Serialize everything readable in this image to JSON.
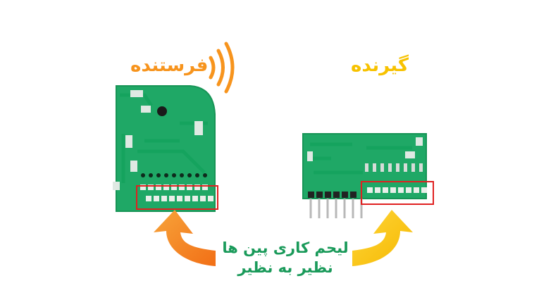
{
  "labels": {
    "transmitter": "فرستنده",
    "receiver": "گیرنده"
  },
  "caption": {
    "line1": "لیحم کاری پین ها",
    "line2": "نظیر به نظیر"
  },
  "colors": {
    "transmitter_accent": "#f7941d",
    "receiver_accent": "#f7c200",
    "caption_text": "#1a9a5a",
    "pcb_green": "#1fa866",
    "highlight_box": "#e02020"
  },
  "icons": {
    "signal": "wireless-signal-icon",
    "left_arrow": "curved-arrow-orange-icon",
    "right_arrow": "curved-arrow-yellow-icon"
  }
}
